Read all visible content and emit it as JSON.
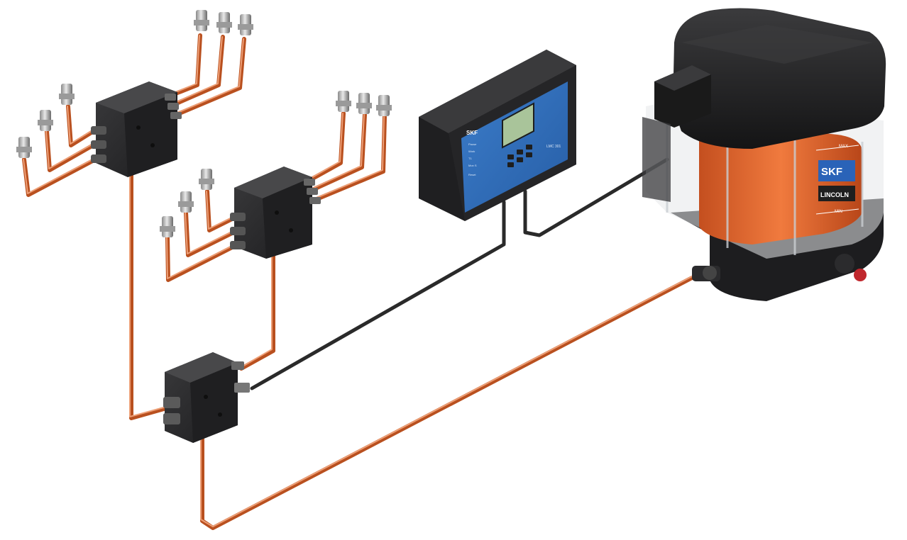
{
  "controller": {
    "brand": "SKF",
    "model": "LMC 301",
    "labels": [
      "Pause",
      "Work",
      "T1",
      "Mon S",
      "Reset"
    ]
  },
  "pump": {
    "brand": "SKF",
    "sub_brand": "LINCOLN",
    "max_label": "MAX",
    "min_label": "MIN"
  },
  "colors": {
    "tube": "#d4622f",
    "tube_highlight": "#f2a27a",
    "cable": "#2a2a2a",
    "block": "#2b2b2d",
    "controller_face": "#2f6fbf",
    "reservoir": "#e0622c"
  },
  "icons": [
    "distributor-block",
    "grease-fitting",
    "controller-unit",
    "grease-pump"
  ]
}
